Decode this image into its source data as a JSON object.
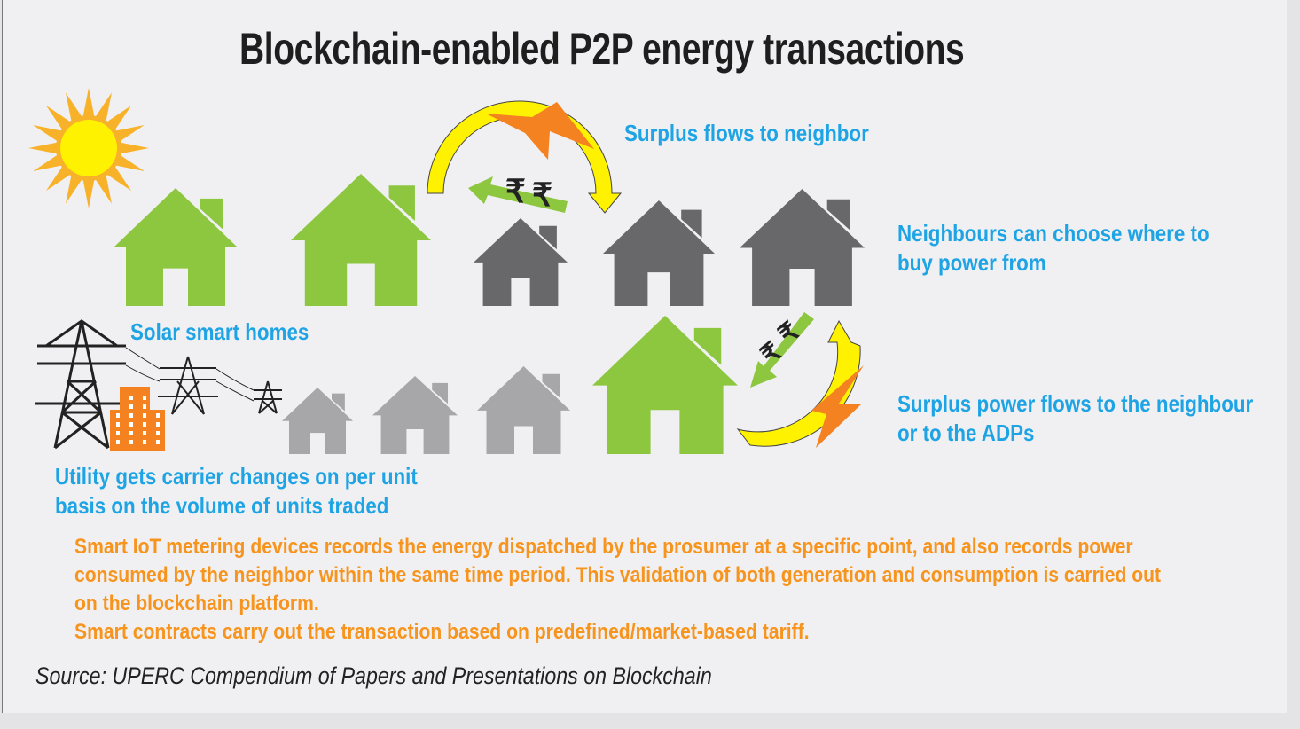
{
  "title": "Blockchain-enabled P2P energy transactions",
  "labels": {
    "surplus_flows": "Surplus flows to neighbor",
    "neighbours_choose": [
      "Neighbours can choose where to",
      "buy power from"
    ],
    "solar_homes": "Solar smart homes",
    "surplus_power": [
      "Surplus power flows to the neighbour",
      "or to the ADPs"
    ],
    "utility": [
      "Utility gets carrier changes on per unit",
      "basis on the volume of units traded"
    ]
  },
  "description": [
    "Smart IoT metering devices records the energy dispatched by the prosumer at a specific point, and also records power",
    "consumed by the neighbor within the same time period. This validation of both generation and consumption is carried out",
    "on the blockchain platform.",
    "Smart contracts carry out the transaction based on predefined/market-based tariff."
  ],
  "source": "Source: UPERC Compendium of Papers and Presentations on Blockchain",
  "currency_symbol": "₹",
  "colors": {
    "green": "#8dc63f",
    "dark": "#68686a",
    "light": "#a7a7a9",
    "blue": "#1ea4e4",
    "orange": "#f7941d",
    "yellow": "#fff200"
  }
}
